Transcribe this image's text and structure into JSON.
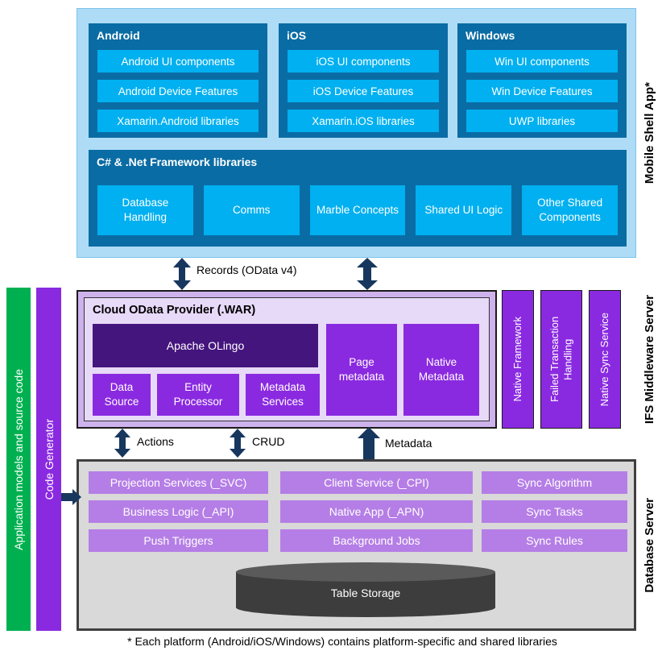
{
  "mobile_shell": {
    "label": "Mobile Shell App*",
    "platforms": [
      {
        "title": "Android",
        "items": [
          "Android UI components",
          "Android Device Features",
          "Xamarin.Android libraries"
        ]
      },
      {
        "title": "iOS",
        "items": [
          "iOS UI components",
          "iOS Device Features",
          "Xamarin.iOS libraries"
        ]
      },
      {
        "title": "Windows",
        "items": [
          "Win UI components",
          "Win Device Features",
          "UWP libraries"
        ]
      }
    ],
    "framework": {
      "title": "C# & .Net Framework libraries",
      "items": [
        "Database Handling",
        "Comms",
        "Marble Concepts",
        "Shared UI Logic",
        "Other Shared Components"
      ]
    }
  },
  "middleware": {
    "label": "IFS Middleware Server",
    "provider_title": "Cloud OData Provider (.WAR)",
    "olingo": "Apache OLingo",
    "components": [
      "Data Source",
      "Entity Processor",
      "Metadata Services"
    ],
    "metadata_components": [
      "Page metadata",
      "Native Metadata"
    ],
    "services": [
      "Native Framework",
      "Failed Transaction Handling",
      "Native Sync Service"
    ]
  },
  "database": {
    "label": "Database Server",
    "grid": [
      [
        "Projection Services (_SVC)",
        "Client Service (_CPI)",
        "Sync Algorithm"
      ],
      [
        "Business Logic (_API)",
        "Native App (_APN)",
        "Sync Tasks"
      ],
      [
        "Push Triggers",
        "Background Jobs",
        "Sync Rules"
      ]
    ],
    "storage": "Table Storage"
  },
  "left_bars": {
    "models": "Application models and source code",
    "generator": "Code Generator"
  },
  "arrows": {
    "records": "Records (OData v4)",
    "actions": "Actions",
    "crud": "CRUD",
    "metadata": "Metadata"
  },
  "footnote": "* Each platform (Android/iOS/Windows) contains platform-specific and shared libraries",
  "colors": {
    "shell_bg": "#aedcf6",
    "panel_blue": "#0a6ca4",
    "item_cyan": "#00b0f0",
    "middleware_outer": "#cdb2ec",
    "middleware_inner": "#e7d9f8",
    "purple": "#8a2ae0",
    "olingo_purple": "#45157e",
    "db_gray": "#d9d9d9",
    "db_purple": "#b57ee6",
    "green": "#00b050",
    "arrow_navy": "#17375e",
    "storage_gray": "#3d3d3d"
  }
}
